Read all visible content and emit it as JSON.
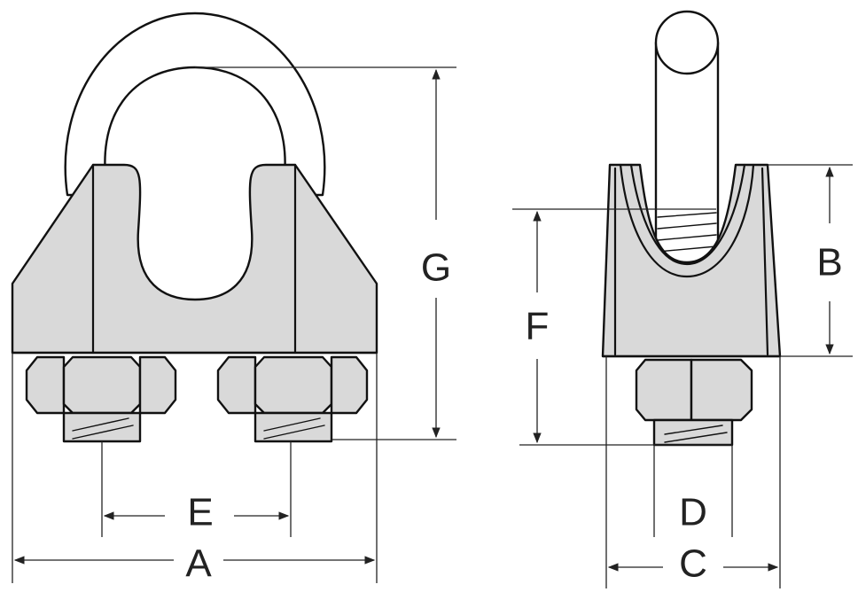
{
  "colors": {
    "line": "#111111",
    "body_fill": "#d9d9d9",
    "background": "#ffffff"
  },
  "labels": {
    "A": "A",
    "B": "B",
    "C": "C",
    "D": "D",
    "E": "E",
    "F": "F",
    "G": "G"
  }
}
